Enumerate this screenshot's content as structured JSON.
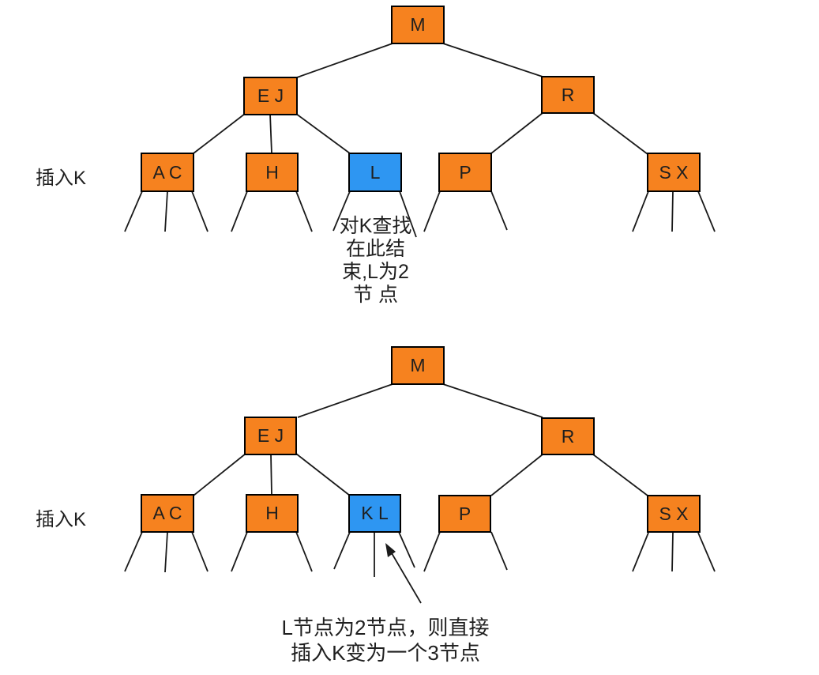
{
  "colors": {
    "node_fill": "#F6821F",
    "highlight_fill": "#2E96F2",
    "node_border": "#000000",
    "edge": "#1a1a1a",
    "text_color": "#1f1f1f"
  },
  "top_tree": {
    "insert_label": "插入K",
    "nodes": {
      "root": "M",
      "internal_left": "E J",
      "internal_right": "R",
      "leaf_ac": "A C",
      "leaf_h": "H",
      "leaf_l": "L",
      "leaf_p": "P",
      "leaf_sx": "S X"
    },
    "note_lines": {
      "0": "对K查找",
      "1": "在此结",
      "2": "束,L为2",
      "3": "节 点"
    }
  },
  "bottom_tree": {
    "insert_label": "插入K",
    "nodes": {
      "root": "M",
      "internal_left": "E J",
      "internal_right": "R",
      "leaf_ac": "A C",
      "leaf_h": "H",
      "leaf_kl": "K L",
      "leaf_p": "P",
      "leaf_sx": "S X"
    },
    "note_lines": {
      "0": "L节点为2节点，则直接",
      "1": "插入K变为一个3节点"
    }
  }
}
